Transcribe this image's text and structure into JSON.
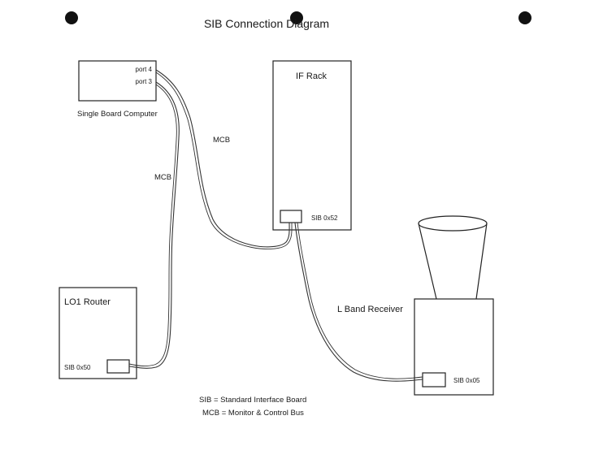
{
  "title": "SIB Connection Diagram",
  "computer": {
    "label": "Single Board Computer",
    "port_a": "port 4",
    "port_b": "port 3"
  },
  "if_rack": {
    "label": "IF Rack",
    "sib": "SIB 0x52"
  },
  "lo1_router": {
    "label": "LO1 Router",
    "sib": "SIB 0x50"
  },
  "l_band": {
    "label": "L Band Receiver",
    "sib": "SIB 0x05"
  },
  "cable_labels": {
    "upper": "MCB",
    "lower": "MCB"
  },
  "legend": {
    "line1": "SIB = Standard Interface Board",
    "line2": "MCB = Monitor & Control Bus"
  },
  "colors": {
    "ink": "#222222",
    "punch_hole": "#111111",
    "background": "#ffffff"
  }
}
